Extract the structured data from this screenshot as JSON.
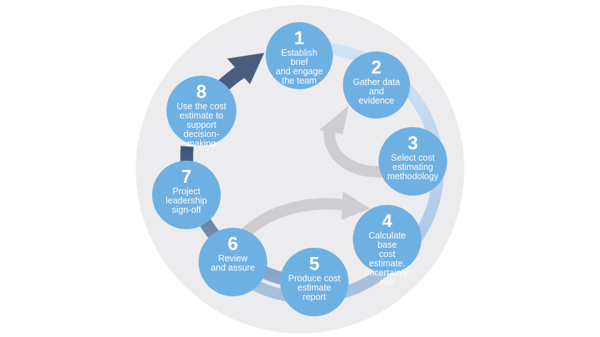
{
  "steps": [
    {
      "number": "1",
      "label": "Establish brief\nand engage\nthe team"
    },
    {
      "number": "2",
      "label": "Gather data\nand\nevidence"
    },
    {
      "number": "3",
      "label": "Select cost\nestimating\nmethodology"
    },
    {
      "number": "4",
      "label": "Calculate base\ncost estimate,\nuncertainty,\nrisk"
    },
    {
      "number": "5",
      "label": "Produce cost\nestimate\nreport"
    },
    {
      "number": "6",
      "label": "Review\nand assure"
    },
    {
      "number": "7",
      "label": "Project\nleadership\nsign-off"
    },
    {
      "number": "8",
      "label": "Use the cost\nestimate to\nsupport\ndecision-\nmaking"
    }
  ],
  "colors": {
    "node": "#6fb0e3",
    "background_disc": "#ececee",
    "ring_light": "#cfe3f5",
    "ring_dark": "#4b5d7f",
    "loop_arrow": "#cfcdd2"
  }
}
